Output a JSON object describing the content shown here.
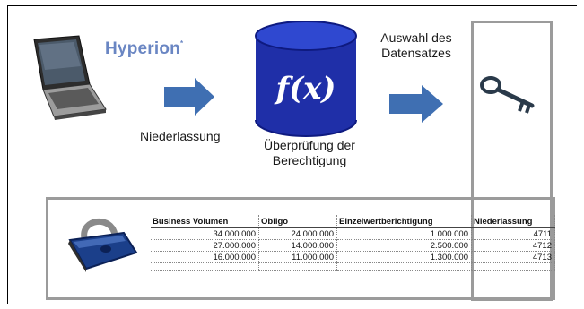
{
  "brand": {
    "name": "Hyperion",
    "mark": "*"
  },
  "labels": {
    "niederlassung": "Niederlassung",
    "pruefung_line1": "Überprüfung der",
    "pruefung_line2": "Berechtigung",
    "auswahl_line1": "Auswahl des",
    "auswahl_line2": "Datensatzes",
    "formula": "f(x)"
  },
  "table": {
    "headers": [
      "Business Volumen",
      "Obligo",
      "Einzelwertberichtigung",
      "Niederlassung"
    ],
    "rows": [
      [
        "34.000.000",
        "24.000.000",
        "1.000.000",
        "4711"
      ],
      [
        "27.000.000",
        "14.000.000",
        "2.500.000",
        "4712"
      ],
      [
        "16.000.000",
        "11.000.000",
        "1.300.000",
        "4713"
      ]
    ]
  },
  "colors": {
    "arrow": "#3f6fb2",
    "cylinder": "#1f2fa8",
    "brand": "#6a86c3",
    "frame": "#9b9b9b"
  }
}
